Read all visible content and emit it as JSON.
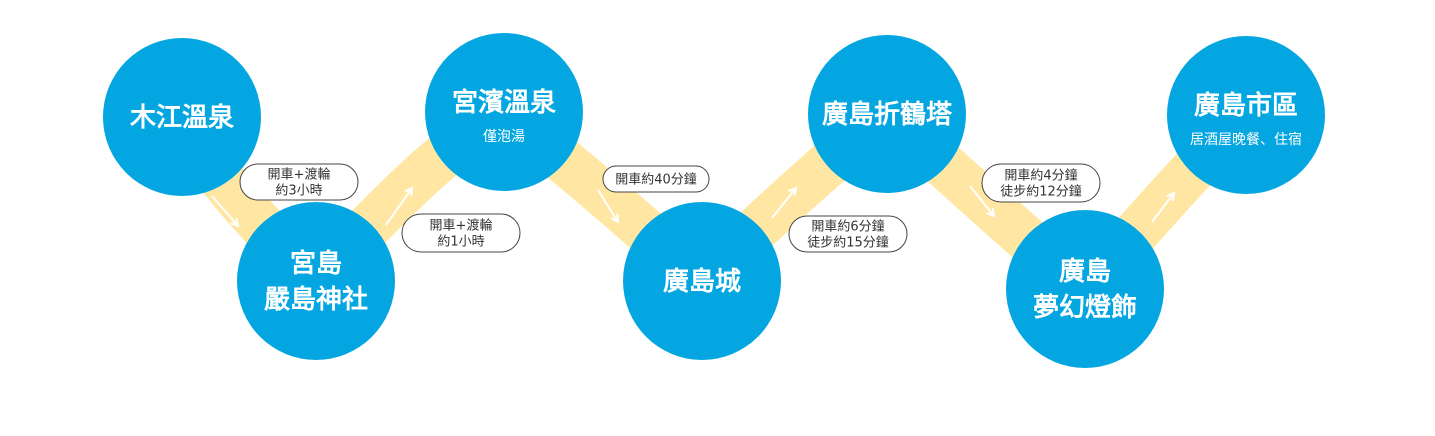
{
  "colors": {
    "circle": "#04a6e2",
    "path": "#ffe7a3",
    "arrow": "#ffffff",
    "label_border": "#444444",
    "label_text": "#333333"
  },
  "stops": [
    {
      "title": [
        "木江溫泉"
      ],
      "sub": ""
    },
    {
      "title": [
        "宮島",
        "嚴島神社"
      ],
      "sub": ""
    },
    {
      "title": [
        "宮濱溫泉"
      ],
      "sub": "僅泡湯"
    },
    {
      "title": [
        "廣島城"
      ],
      "sub": ""
    },
    {
      "title": [
        "廣島折鶴塔"
      ],
      "sub": ""
    },
    {
      "title": [
        "廣島",
        "夢幻燈飾"
      ],
      "sub": ""
    },
    {
      "title": [
        "廣島市區"
      ],
      "sub": "居酒屋晚餐、住宿"
    }
  ],
  "legs": [
    {
      "lines": [
        "開車+渡輪",
        "約3小時"
      ]
    },
    {
      "lines": [
        "開車+渡輪",
        "約1小時"
      ]
    },
    {
      "lines": [
        "開車約40分鐘"
      ]
    },
    {
      "lines": [
        "開車約6分鐘",
        "徒步約15分鐘"
      ]
    },
    {
      "lines": [
        "開車約4分鐘",
        "徒步約12分鐘"
      ]
    }
  ]
}
